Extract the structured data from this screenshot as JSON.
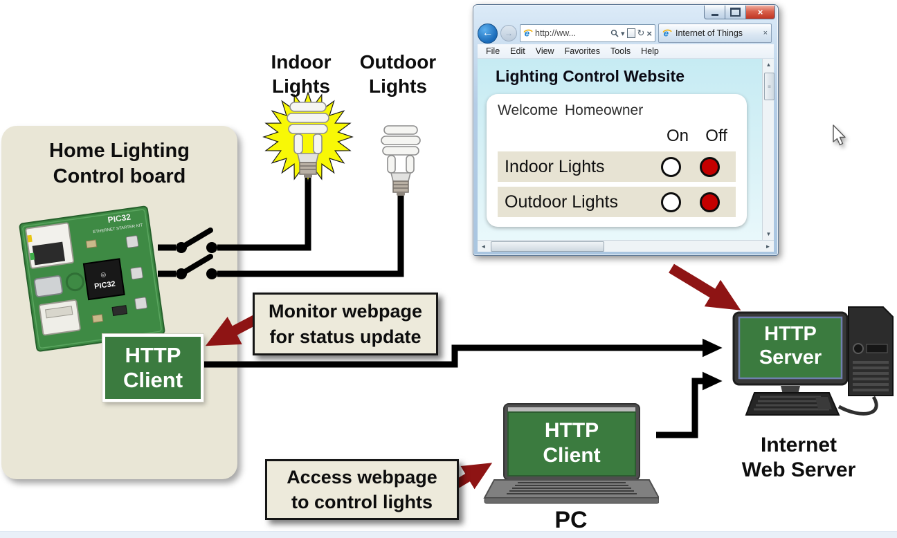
{
  "board_panel": {
    "title_line1": "Home Lighting",
    "title_line2": "Control board",
    "board_text_pic": "PIC32",
    "board_text_kit": "ETHERNET STARTER KIT",
    "chip_text": "PIC32"
  },
  "lights": {
    "indoor": {
      "line1": "Indoor",
      "line2": "Lights",
      "state": "on"
    },
    "outdoor": {
      "line1": "Outdoor",
      "line2": "Lights",
      "state": "off"
    }
  },
  "client_board_box": {
    "line1": "HTTP",
    "line2": "Client"
  },
  "notes": {
    "monitor": {
      "line1": "Monitor webpage",
      "line2": "for status update"
    },
    "access": {
      "line1": "Access webpage",
      "line2": "to control lights"
    }
  },
  "server": {
    "screen_line1": "HTTP",
    "screen_line2": "Server",
    "caption_line1": "Internet",
    "caption_line2": "Web Server"
  },
  "pc": {
    "screen_line1": "HTTP",
    "screen_line2": "Client",
    "caption": "PC"
  },
  "browser": {
    "url": "http://ww...",
    "tab_title": "Internet of Things",
    "menu": [
      "File",
      "Edit",
      "View",
      "Favorites",
      "Tools",
      "Help"
    ],
    "page": {
      "title": "Lighting Control Website",
      "welcome": "Welcome Homeowner",
      "on_header": "On",
      "off_header": "Off",
      "rows": [
        {
          "label": "Indoor Lights"
        },
        {
          "label": "Outdoor Lights"
        }
      ],
      "radio_on_fill": "#ffffff",
      "radio_off_fill": "#c40000"
    }
  },
  "icons": {
    "back": "←",
    "forward": "→",
    "search": "",
    "caret": "▾",
    "refresh": "↻",
    "stop": "×",
    "close": "×",
    "tab_close": "×",
    "ie_e": "e",
    "scroll_up": "▲",
    "scroll_down": "▼",
    "scroll_left": "◄",
    "scroll_right": "►"
  },
  "colors": {
    "green_box": "#3b7b3f",
    "dark_red_arrow": "#8e1414",
    "beige_panel": "#e9e6d6",
    "row_beige": "#e7e3d3",
    "radio_off_red": "#c40000",
    "glow_yellow": "#f8f806",
    "pcb_green": "#3e8a44"
  }
}
